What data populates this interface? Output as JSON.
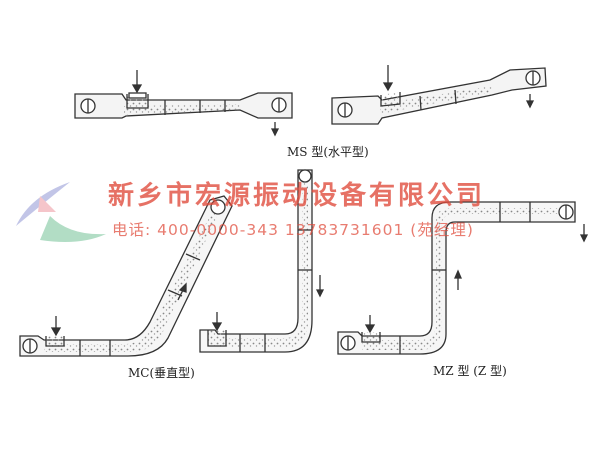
{
  "labels": {
    "horizontal": "MS 型(水平型)",
    "vertical": "MC(垂直型)",
    "z_type": "MZ 型 (Z 型)"
  },
  "watermark": {
    "company": "新乡市宏源振动设备有限公司",
    "phone": "电话: 400-0000-343 13783731601 (苑经理)"
  },
  "colors": {
    "line": "#333333",
    "material": "#9a9a9a",
    "watermark_red": "#e04a3a",
    "watermark_green": "#7fc7a0",
    "watermark_purple": "#9aa0d8",
    "watermark_pink": "#f0a0a8"
  }
}
